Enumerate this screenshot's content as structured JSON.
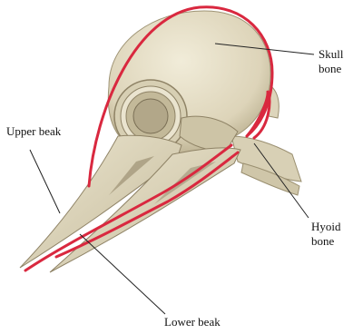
{
  "labels": {
    "skull": [
      "Skull",
      "bone"
    ],
    "upper_beak": "Upper beak",
    "hyoid": [
      "Hyoid",
      "bone"
    ],
    "lower_beak": "Lower beak"
  },
  "colors": {
    "bone": "#e6dfc8",
    "bone_shadow": "#b9ae8e",
    "bone_dark": "#8f8366",
    "hyoid": "#d9283f",
    "line": "#222222"
  }
}
